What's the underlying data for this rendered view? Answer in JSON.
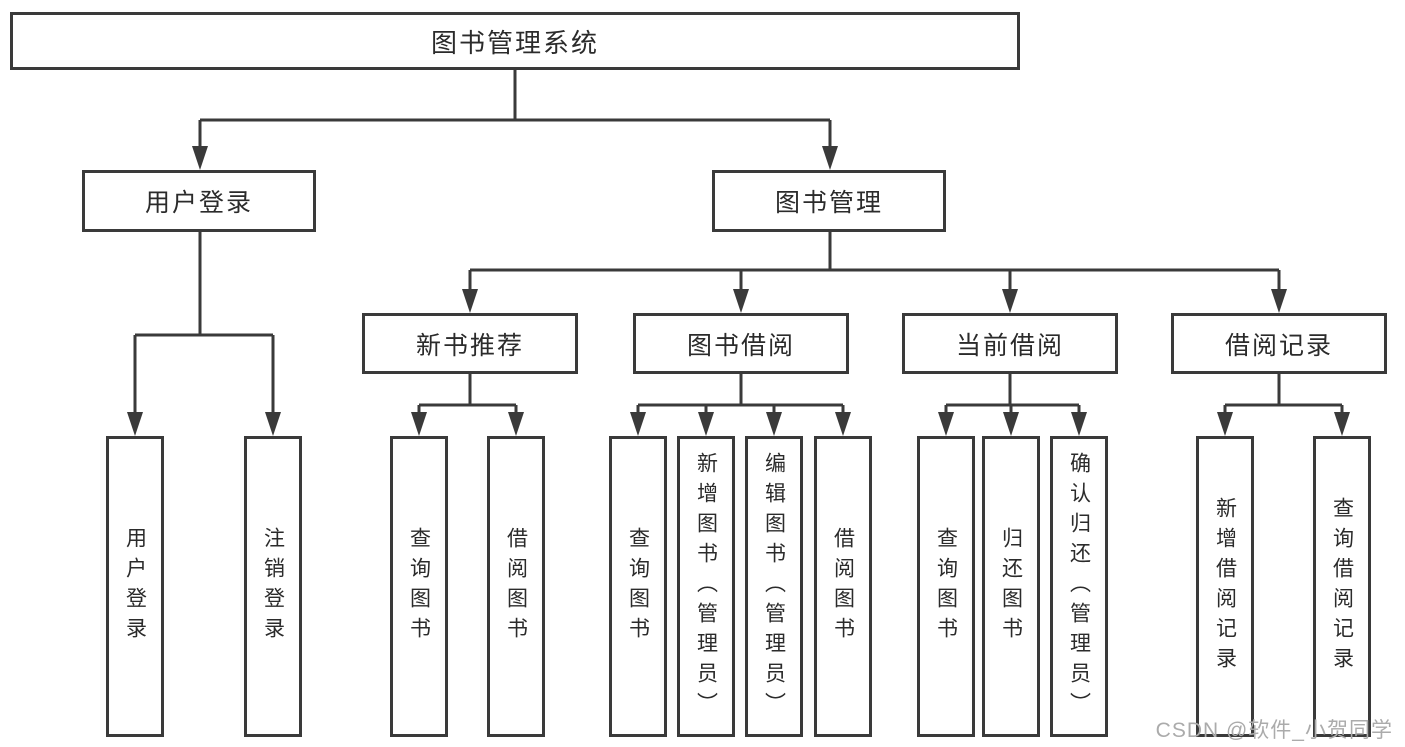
{
  "tree": {
    "label": "图书管理系统",
    "children": [
      {
        "label": "用户登录",
        "children": [
          {
            "label": "用户登录"
          },
          {
            "label": "注销登录"
          }
        ]
      },
      {
        "label": "图书管理",
        "children": [
          {
            "label": "新书推荐",
            "children": [
              {
                "label": "查询图书"
              },
              {
                "label": "借阅图书"
              }
            ]
          },
          {
            "label": "图书借阅",
            "children": [
              {
                "label": "查询图书"
              },
              {
                "label": "新增图书（管理员）"
              },
              {
                "label": "编辑图书（管理员）"
              },
              {
                "label": "借阅图书"
              }
            ]
          },
          {
            "label": "当前借阅",
            "children": [
              {
                "label": "查询图书"
              },
              {
                "label": "归还图书"
              },
              {
                "label": "确认归还（管理员）"
              }
            ]
          },
          {
            "label": "借阅记录",
            "children": [
              {
                "label": "新增借阅记录"
              },
              {
                "label": "查询借阅记录"
              }
            ]
          }
        ]
      }
    ]
  },
  "watermark": {
    "text": "CSDN @软件_小贺同学"
  },
  "colors": {
    "line": "#3a3a3a",
    "text": "#2b2b2b",
    "watermark": "#ababab",
    "background": "#ffffff"
  }
}
